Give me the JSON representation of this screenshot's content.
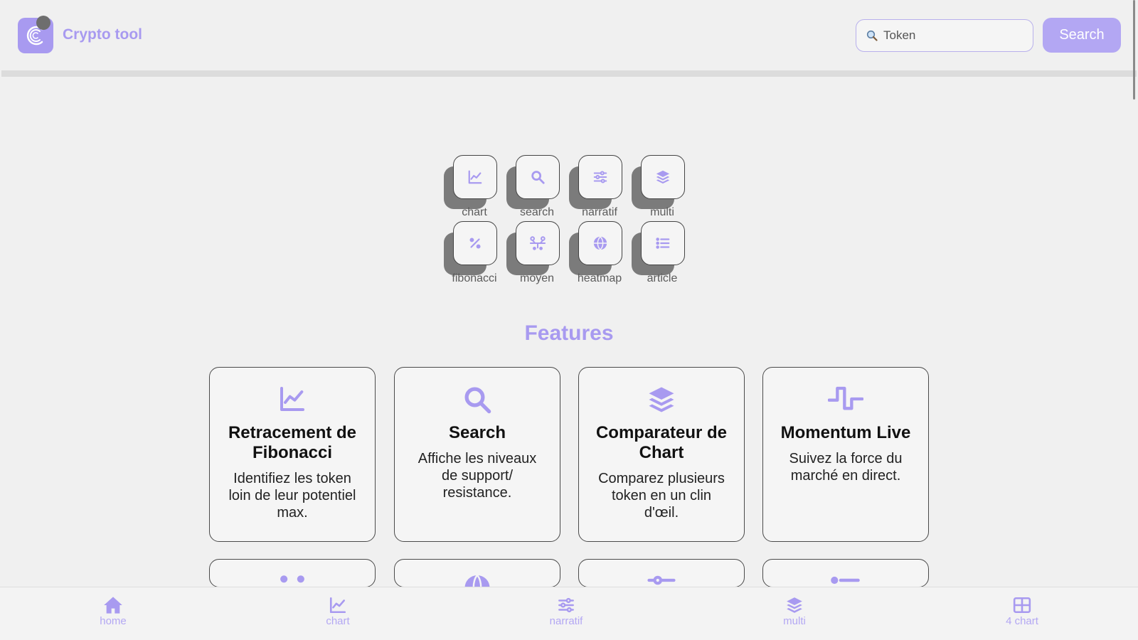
{
  "app": {
    "title": "Crypto tool",
    "accent_color": "#a89af0",
    "logo_icon": "crypto-logo-c"
  },
  "search": {
    "value": "Token",
    "button_label": "Search",
    "icon": "search-icon"
  },
  "quick_links": [
    {
      "label": "chart",
      "icon": "chart-line-icon"
    },
    {
      "label": "search",
      "icon": "search-icon"
    },
    {
      "label": "narratif",
      "icon": "sliders-icon"
    },
    {
      "label": "multi",
      "icon": "layers-icon"
    },
    {
      "label": "fibonacci",
      "icon": "percent-icon"
    },
    {
      "label": "moyen",
      "icon": "network-icon"
    },
    {
      "label": "heatmap",
      "icon": "globe-icon"
    },
    {
      "label": "article",
      "icon": "list-icon"
    }
  ],
  "features": {
    "title": "Features",
    "cards": [
      {
        "title": "Retracement de Fibonacci",
        "description": "Identifiez les token loin de leur potentiel max.",
        "icon": "chart-line-icon"
      },
      {
        "title": "Search",
        "description": "Affiche les niveaux de support/ resistance.",
        "icon": "search-icon"
      },
      {
        "title": "Comparateur de Chart",
        "description": "Comparez plusieurs token en un clin d'œil.",
        "icon": "layers-icon"
      },
      {
        "title": "Momentum Live",
        "description": "Suivez la force du marché en direct.",
        "icon": "wave-icon"
      }
    ],
    "partial_cards": [
      {
        "icon": "network-icon"
      },
      {
        "icon": "globe-icon"
      },
      {
        "icon": "sliders-icon"
      },
      {
        "icon": "list-icon"
      }
    ]
  },
  "bottom_nav": [
    {
      "label": "home",
      "icon": "home-icon"
    },
    {
      "label": "chart",
      "icon": "chart-line-icon"
    },
    {
      "label": "narratif",
      "icon": "sliders-icon"
    },
    {
      "label": "multi",
      "icon": "layers-icon"
    },
    {
      "label": "4 chart",
      "icon": "grid-icon"
    }
  ]
}
